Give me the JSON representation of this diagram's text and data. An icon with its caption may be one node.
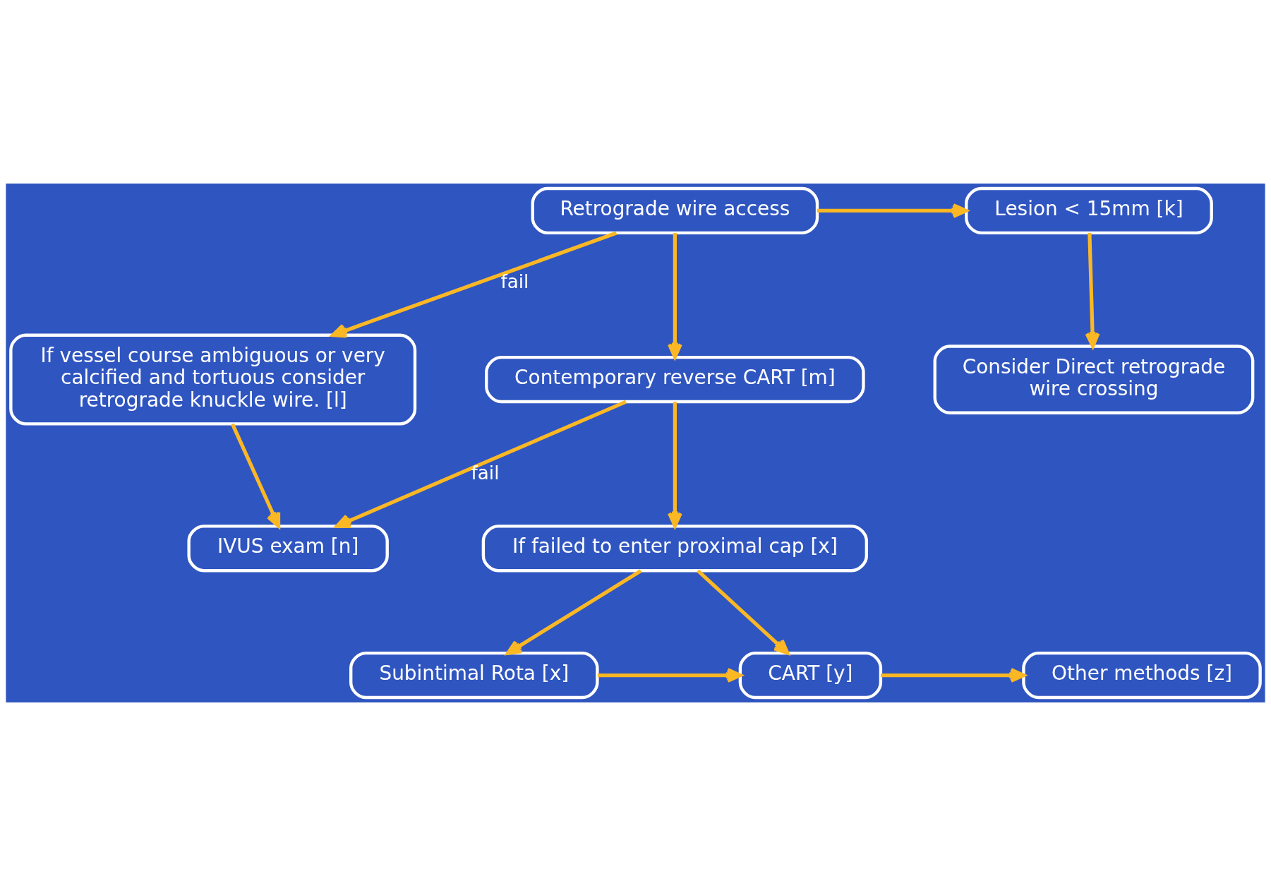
{
  "diagram": {
    "nodes": [
      {
        "text": [
          "Retrograde wire access"
        ]
      },
      {
        "text": [
          "Lesion < 15mm [k]"
        ]
      },
      {
        "text": [
          "Consider Direct retrograde wire crossing"
        ]
      },
      {
        "text": [
          "If vessel course ambiguous or very calcified and tortuous consider retrograde knuckle wire. [l]"
        ]
      },
      {
        "text": [
          "Contemporary reverse CART [m]"
        ]
      },
      {
        "text": [
          "IVUS exam [n]"
        ]
      },
      {
        "text": [
          "If failed to enter proximal cap [x]"
        ]
      },
      {
        "text": [
          "Subintimal Rota [x]"
        ]
      },
      {
        "text": [
          "CART [y]"
        ]
      },
      {
        "text": [
          "Other methods [z]"
        ]
      }
    ],
    "edges": [
      {
        "from": 0,
        "to": 1,
        "arrow": "to"
      },
      {
        "from": 1,
        "to": 2,
        "arrow": "to"
      },
      {
        "from": 0,
        "to": 3,
        "arrow": "to",
        "label": "fail"
      },
      {
        "from": 0,
        "to": 4,
        "arrow": "to"
      },
      {
        "from": 3,
        "to": 5,
        "arrow": "to"
      },
      {
        "from": 4,
        "to": 5,
        "arrow": "to",
        "label": "fail"
      },
      {
        "from": 4,
        "to": 6,
        "arrow": "to"
      },
      {
        "from": 6,
        "to": 7,
        "arrow": "to"
      },
      {
        "from": 6,
        "to": 8,
        "arrow": "to"
      },
      {
        "from": 7,
        "to": 8,
        "arrow": "to"
      },
      {
        "from": 8,
        "to": 9,
        "arrow": "to"
      }
    ]
  }
}
